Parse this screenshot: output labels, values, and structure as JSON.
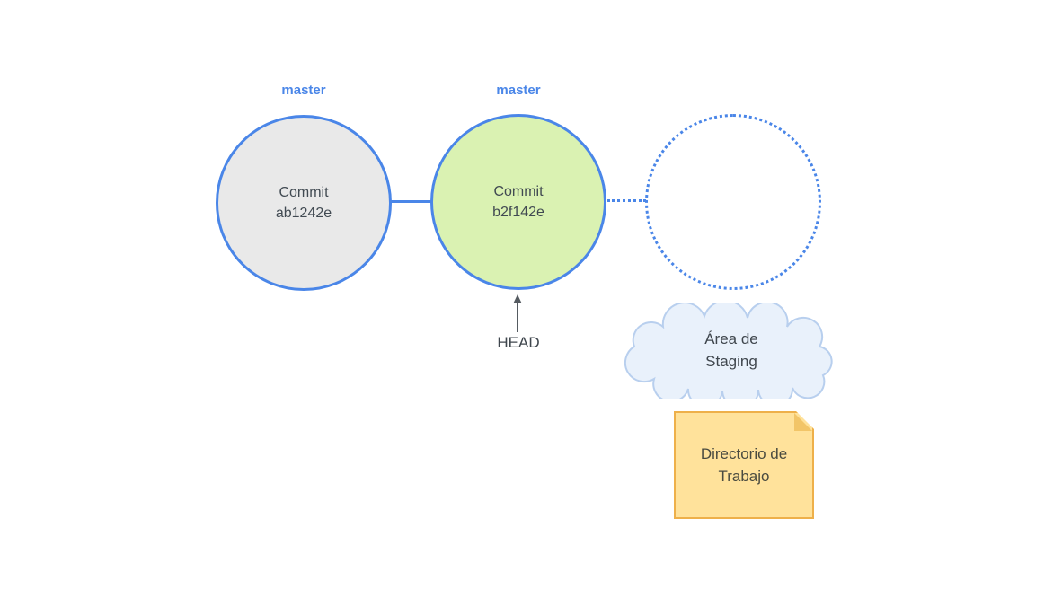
{
  "diagram": {
    "title": "git-commit-staging-diagram",
    "nodes": {
      "commit1": {
        "branch": "master",
        "text": "Commit\nab1242e"
      },
      "commit2": {
        "branch": "master",
        "text": "Commit\nb2f142e"
      },
      "pending": {
        "text": ""
      }
    },
    "head": {
      "label": "HEAD"
    },
    "staging": {
      "label": "Área de\nStaging"
    },
    "working_directory": {
      "label": "Directorio de\nTrabajo"
    },
    "colors": {
      "accent_blue": "#4a86e8",
      "commit1_fill": "#e9e9e9",
      "commit2_fill": "#daf2b2",
      "cloud_fill": "#e9f1fb",
      "cloud_stroke": "#b8cfee",
      "note_fill": "#ffe29b",
      "note_border": "#eeb04a",
      "text": "#3f464d",
      "arrow": "#555b61"
    }
  }
}
